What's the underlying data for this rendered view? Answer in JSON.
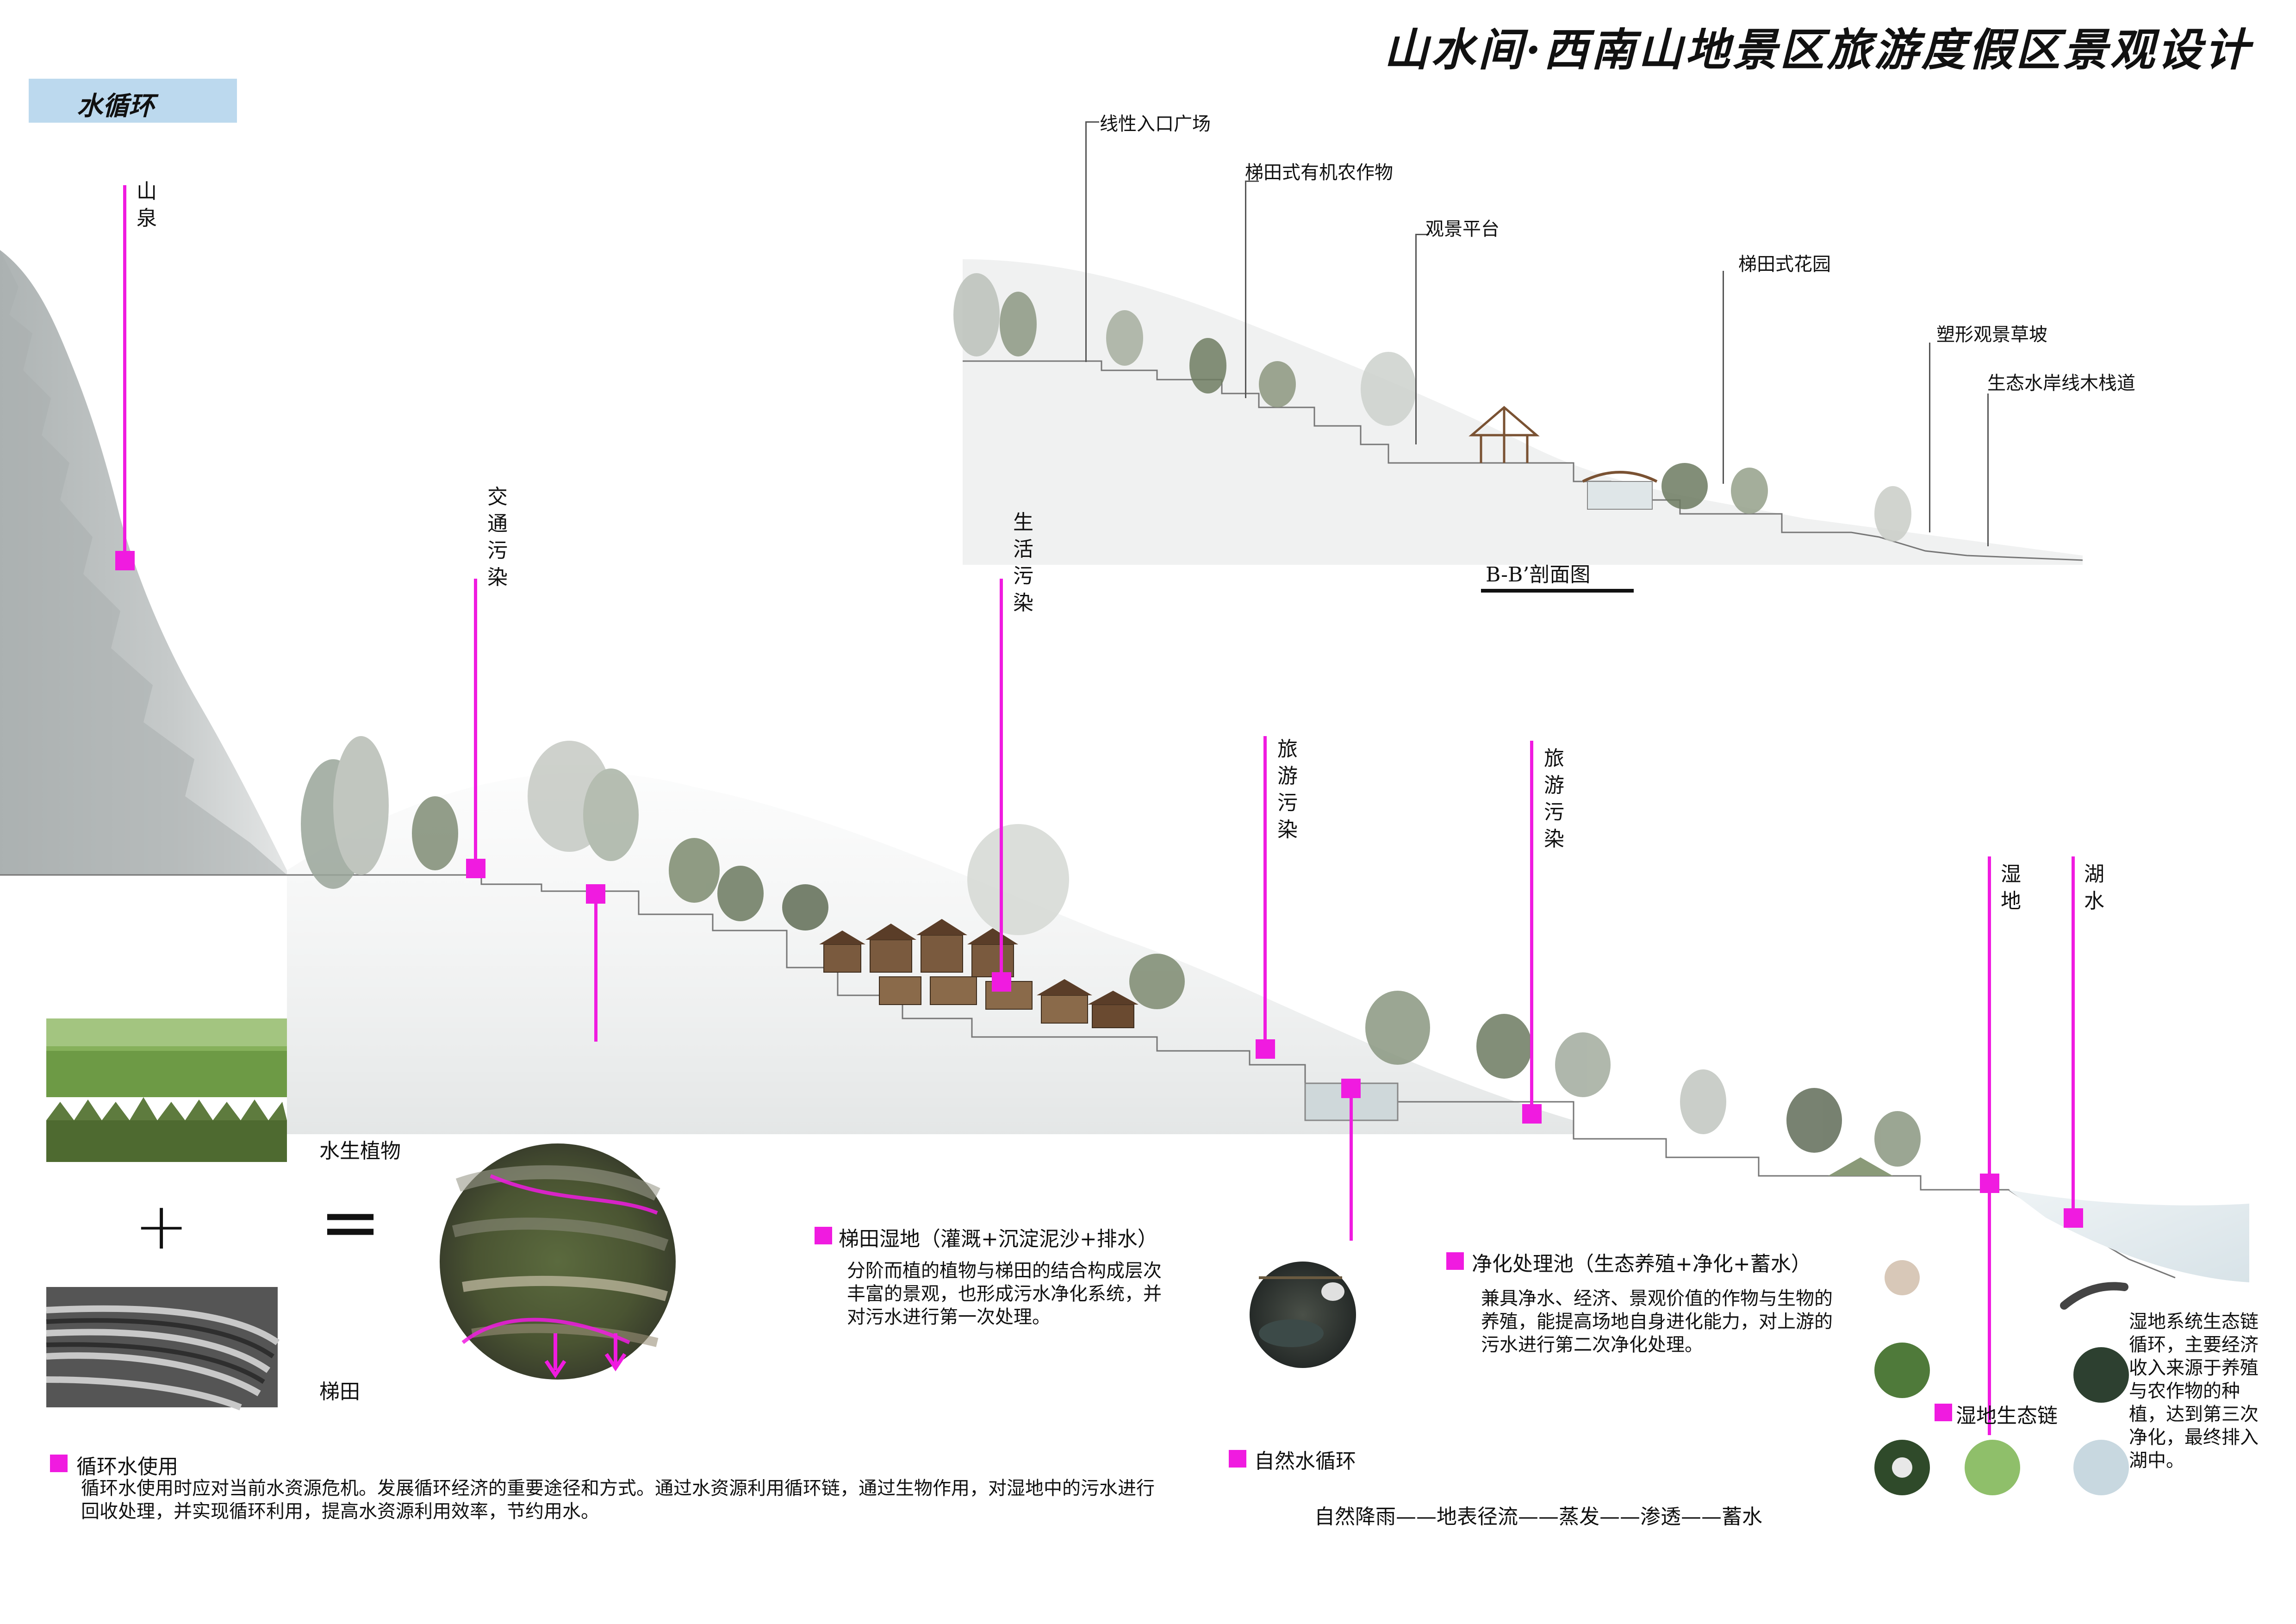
{
  "title": "山水间·西南山地景区旅游度假区景观设计",
  "tag": "水循环",
  "markers": {
    "spring": "山泉",
    "traffic": "交通污染",
    "domestic": "生活污染",
    "tourism1": "旅游污染",
    "tourism2": "旅游污染",
    "wetland": "湿地",
    "lake": "湖水"
  },
  "section": {
    "title": "B-B’剖面图",
    "labels": [
      "线性入口广场",
      "梯田式有机农作物",
      "观景平台",
      "梯田式花园",
      "塑形观景草坡",
      "生态水岸线木栈道"
    ]
  },
  "equation": {
    "plants": "水生植物",
    "terraces": "梯田",
    "plus": "+",
    "equals": "="
  },
  "terrace_wetland": {
    "heading": "梯田湿地（灌溉+沉淀泥沙+排水）",
    "body": "分阶而植的植物与梯田的结合构成层次丰富的景观，也形成污水净化系统，并对污水进行第一次处理。"
  },
  "purify_pond": {
    "heading": "净化处理池（生态养殖+净化+蓄水）",
    "body": "兼具净水、经济、景观价值的作物与生物的养殖，能提高场地自身进化能力，对上游的污水进行第二次净化处理。"
  },
  "wetland_chain": {
    "heading": "湿地生态链",
    "body": "湿地系统生态链循环，主要经济收入来源于养殖与农作物的种植，达到第三次净化，最终排入湖中。"
  },
  "recycle": {
    "heading": "循环水使用",
    "body": "循环水使用时应对当前水资源危机。发展循环经济的重要途径和方式。通过水资源利用循环链，通过生物作用，对湿地中的污水进行回收处理，并实现循环利用，提高水资源利用效率，节约用水。"
  },
  "natural_cycle": {
    "heading": "自然水循环",
    "body": "自然降雨——地表径流——蒸发——渗透——蓄水"
  },
  "colors": {
    "accent": "#f01be0",
    "tag_bg": "#bcd9ee",
    "mist": "#c9cdcc"
  }
}
